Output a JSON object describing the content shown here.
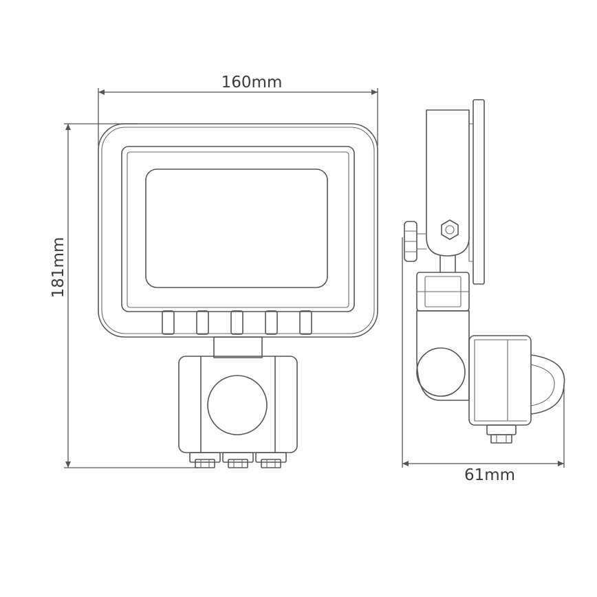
{
  "dimensions": {
    "width_label": "160mm",
    "height_label": "181mm",
    "depth_label": "61mm"
  },
  "colors": {
    "line": "#555555",
    "text": "#3a3a3a",
    "background": "#ffffff"
  }
}
